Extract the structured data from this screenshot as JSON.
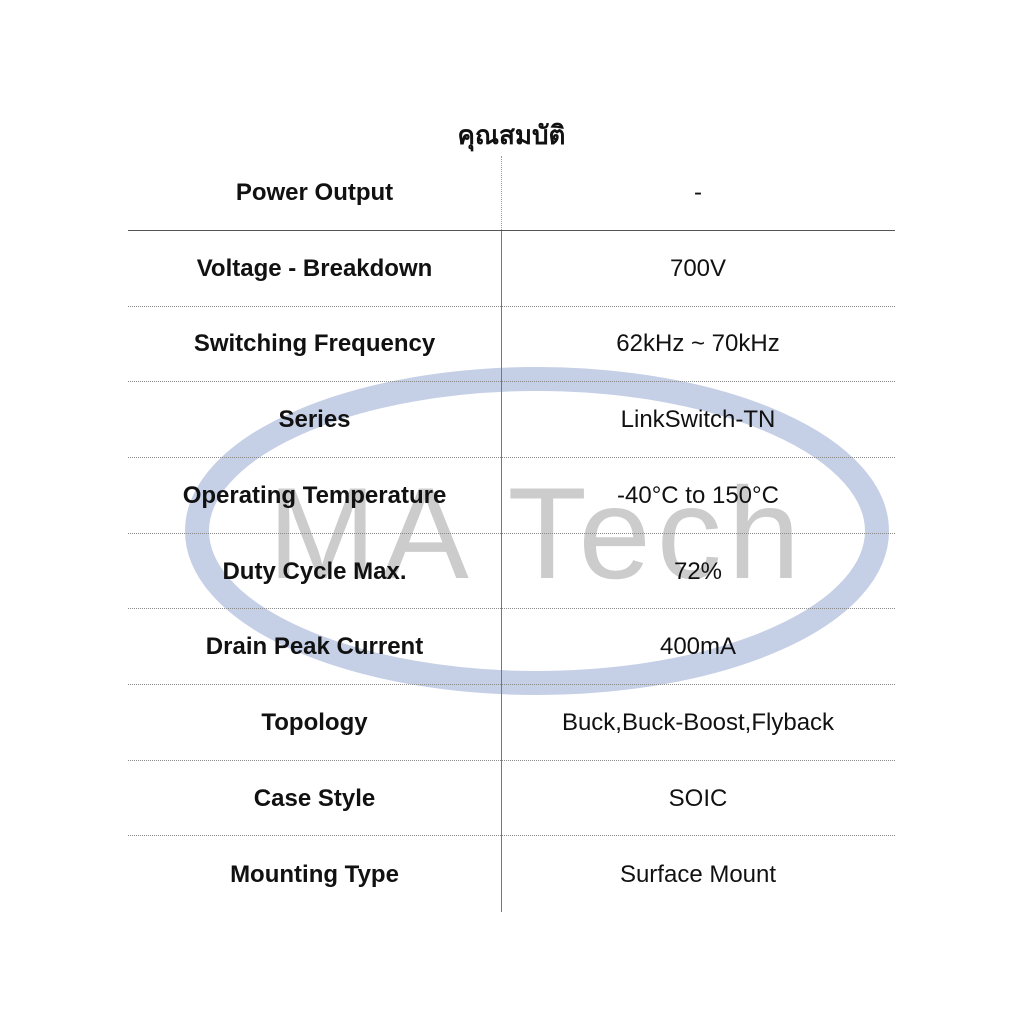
{
  "watermark": {
    "text": "MA Tech",
    "ring_color": "#c5cfe6",
    "text_color": "#cccccc"
  },
  "title": "คุณสมบัติ",
  "specs": [
    {
      "label": "Power Output",
      "value": "-"
    },
    {
      "label": "Voltage - Breakdown",
      "value": "700V"
    },
    {
      "label": "Switching Frequency",
      "value": "62kHz ~ 70kHz"
    },
    {
      "label": "Series",
      "value": "LinkSwitch-TN"
    },
    {
      "label": "Operating Temperature",
      "value": "-40°C to 150°C"
    },
    {
      "label": "Duty Cycle Max.",
      "value": "72%"
    },
    {
      "label": "Drain Peak Current",
      "value": "400mA"
    },
    {
      "label": "Topology",
      "value": "Buck,Buck-Boost,Flyback"
    },
    {
      "label": "Case Style",
      "value": "SOIC"
    },
    {
      "label": "Mounting Type",
      "value": "Surface Mount"
    }
  ]
}
